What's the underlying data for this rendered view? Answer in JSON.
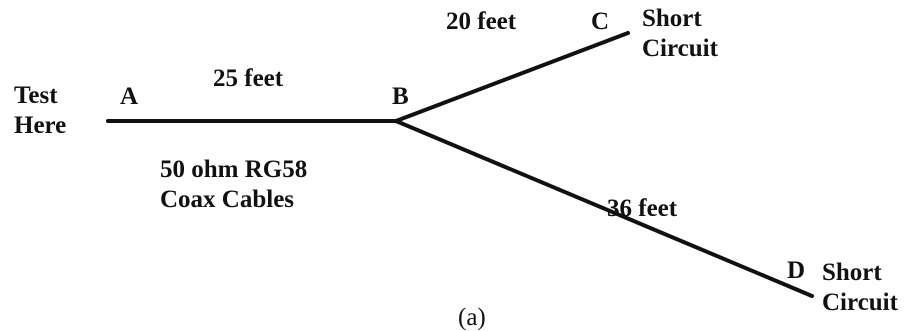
{
  "test_point": {
    "line1": "Test",
    "line2": "Here"
  },
  "nodes": {
    "a": "A",
    "b": "B",
    "c": "C",
    "d": "D"
  },
  "segments": {
    "ab_length": "25 feet",
    "bc_length": "20 feet",
    "bd_length": "36 feet"
  },
  "cable_type": {
    "line1": "50 ohm RG58",
    "line2": "Coax Cables"
  },
  "termination_c": {
    "line1": "Short",
    "line2": "Circuit"
  },
  "termination_d": {
    "line1": "Short",
    "line2": "Circuit"
  },
  "caption": "(a)",
  "colors": {
    "line": "#111111",
    "text": "#111111",
    "background": "#ffffff"
  }
}
